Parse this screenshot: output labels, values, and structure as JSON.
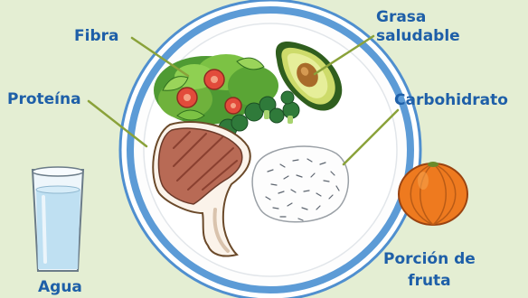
{
  "labels": {
    "fibra": "Fibra",
    "grasa_line1": "Grasa",
    "grasa_line2": "saludable",
    "proteina": "Proteína",
    "carbohidrato": "Carbohidrato",
    "fruta_line1": "Porción de",
    "fruta_line2": "fruta",
    "agua": "Agua"
  },
  "colors": {
    "background": "#e4eed3",
    "label_text": "#1e5fa8",
    "plate_rim": "#5c9bd6",
    "pointer_line": "#8aa23a"
  },
  "items": [
    {
      "name": "plate-illustration",
      "icon": "plate-icon"
    },
    {
      "name": "salad-illustration",
      "icon": "salad-icon"
    },
    {
      "name": "avocado-illustration",
      "icon": "avocado-icon"
    },
    {
      "name": "steak-illustration",
      "icon": "steak-icon"
    },
    {
      "name": "rice-illustration",
      "icon": "rice-icon"
    },
    {
      "name": "glass-of-water-illustration",
      "icon": "water-glass-icon"
    },
    {
      "name": "tangerine-illustration",
      "icon": "tangerine-icon"
    }
  ]
}
